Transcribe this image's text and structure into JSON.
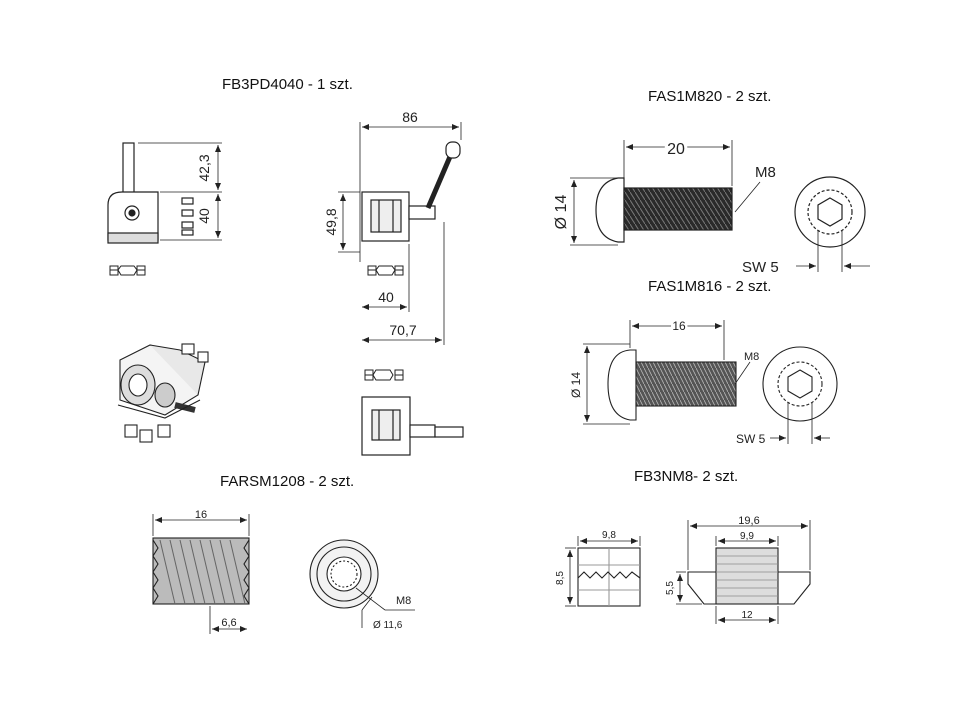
{
  "titles": {
    "fb3pd4040": "FB3PD4040 - 1 szt.",
    "fas1m820": "FAS1M820 - 2 szt.",
    "fas1m816": "FAS1M816 - 2 szt.",
    "farsm1208": "FARSM1208 - 2 szt.",
    "fb3nm8": "FB3NM8- 2 szt."
  },
  "fb3pd4040": {
    "dim_height_top": "42,3",
    "dim_height_side": "40",
    "dim_width_86": "86",
    "dim_height_49": "49,8",
    "dim_width_40": "40",
    "dim_width_70": "70,7"
  },
  "fas1m820": {
    "dim_length": "20",
    "dim_thread": "M8",
    "dim_diameter": "Ø 14",
    "dim_key": "SW 5"
  },
  "fas1m816": {
    "dim_length": "16",
    "dim_thread": "M8",
    "dim_diameter": "Ø 14",
    "dim_key": "SW 5"
  },
  "farsm1208": {
    "dim_length": "16",
    "dim_thread_len": "6,6",
    "dim_thread": "M8",
    "dim_diameter": "Ø 11,6"
  },
  "fb3nm8": {
    "dim_width": "9,8",
    "dim_height": "8,5",
    "dim_outer": "19,6",
    "dim_inner": "9,9",
    "dim_height_side": "5,5",
    "dim_base": "12"
  }
}
